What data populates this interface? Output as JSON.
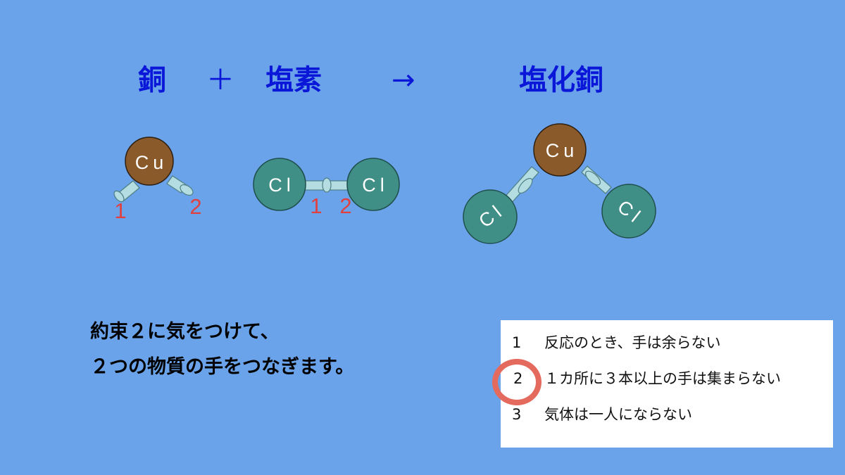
{
  "equation": {
    "reactant1": "銅",
    "plus": "＋",
    "reactant2": "塩素",
    "arrow": "→",
    "product": "塩化銅"
  },
  "molecules": {
    "copper_symbol": "Cu",
    "chlorine_symbol": "Cl",
    "hand_label_1": "1",
    "hand_label_2": "2"
  },
  "note": {
    "line1": "約束２に気をつけて、",
    "line2": "２つの物質の手をつなぎます。"
  },
  "rules": [
    {
      "number": "1",
      "text": "反応のとき、手は余らない"
    },
    {
      "number": "2",
      "text": "１カ所に３本以上の手は集まらない"
    },
    {
      "number": "3",
      "text": "気体は一人にならない"
    }
  ],
  "highlighted_rule": "2",
  "colors": {
    "background": "#6aa3ea",
    "equation_text": "#0a16d8",
    "copper_atom": "#8a5a2b",
    "chlorine_atom": "#3f8f86",
    "bond": "#b3dde0",
    "hand_label": "#e04040",
    "highlight_ring": "#e36a5c"
  }
}
